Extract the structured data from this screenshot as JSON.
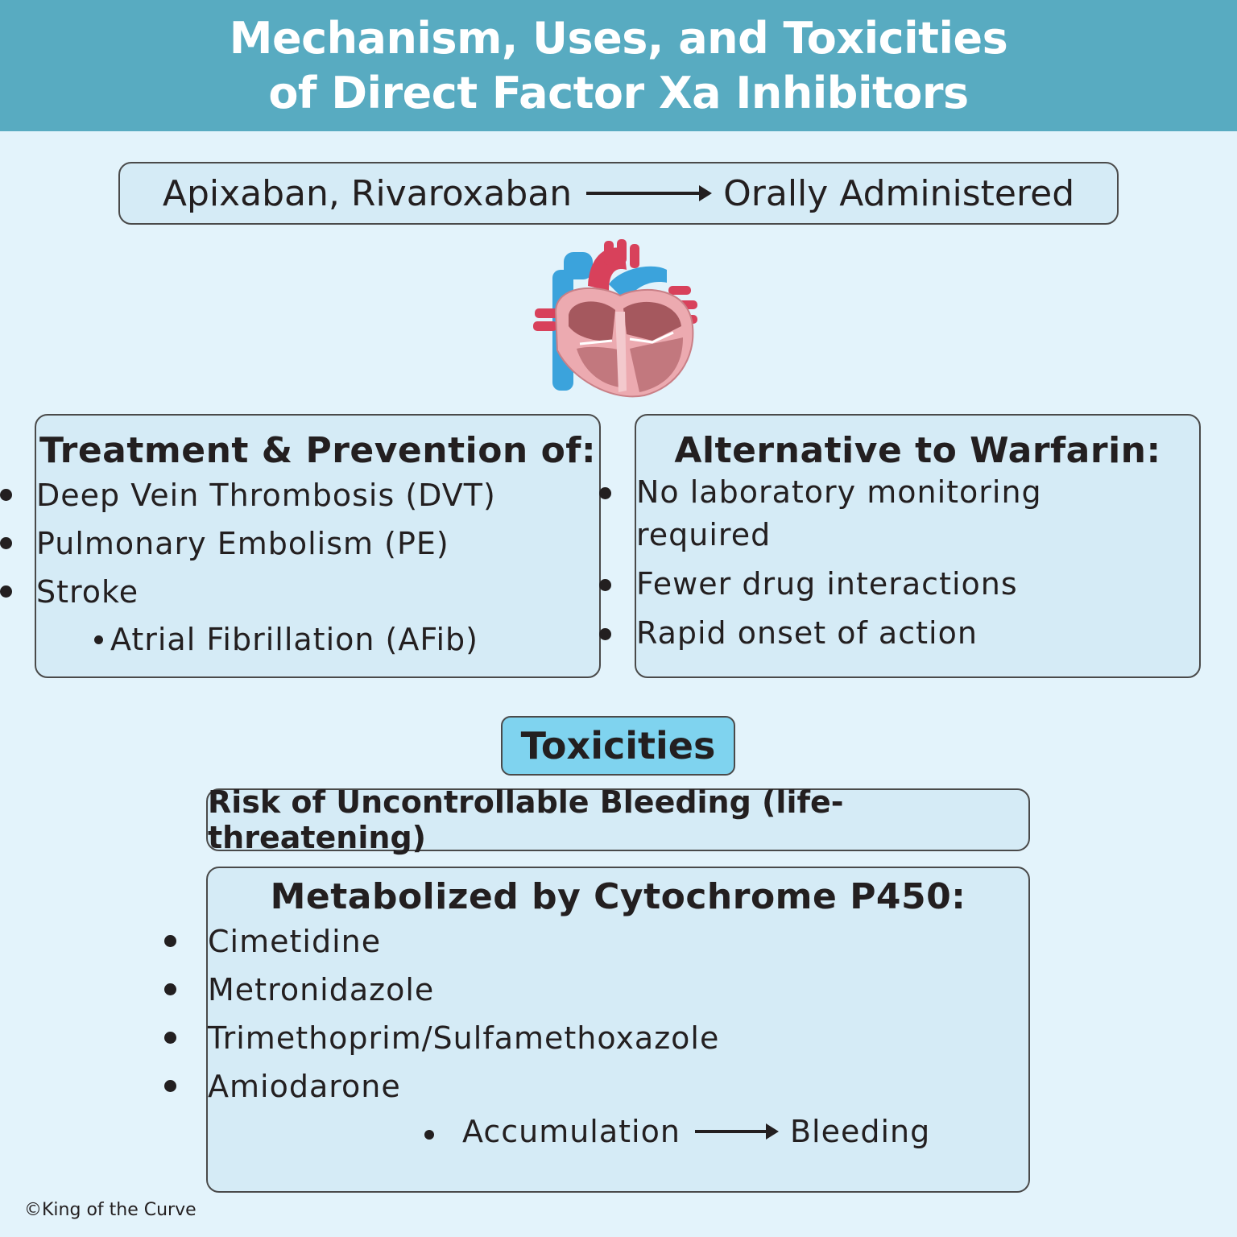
{
  "header": {
    "title_line1": "Mechanism, Uses, and Toxicities",
    "title_line2": "of Direct Factor Xa Inhibitors"
  },
  "drugs": {
    "names": "Apixaban, Rivaroxaban",
    "route": "Orally Administered"
  },
  "uses": {
    "title": "Treatment & Prevention of:",
    "items": [
      "Deep Vein Thrombosis (DVT)",
      "Pulmonary Embolism (PE)",
      "Stroke"
    ],
    "subitem": "Atrial Fibrillation (AFib)"
  },
  "alternative": {
    "title": "Alternative to Warfarin:",
    "items": [
      "No laboratory monitoring required",
      "Fewer drug interactions",
      "Rapid onset of action"
    ]
  },
  "toxicities": {
    "label": "Toxicities",
    "bleeding": "Risk of Uncontrollable Bleeding (life-threatening)",
    "cyp": {
      "title": "Metabolized by Cytochrome P450:",
      "items": [
        "Cimetidine",
        "Metronidazole",
        "Trimethoprim/Sulfamethoxazole",
        "Amiodarone"
      ],
      "consequence_from": "Accumulation",
      "consequence_to": "Bleeding"
    }
  },
  "footer": {
    "copyright": "©King of the Curve"
  },
  "icons": {
    "heart": "heart-illustration-icon",
    "arrow": "right-arrow-icon"
  },
  "colors": {
    "header_bg": "#58abc1",
    "page_bg": "#e3f3fb",
    "box_bg": "#d5ebf6",
    "toxicities_badge": "#7fd3ef"
  }
}
